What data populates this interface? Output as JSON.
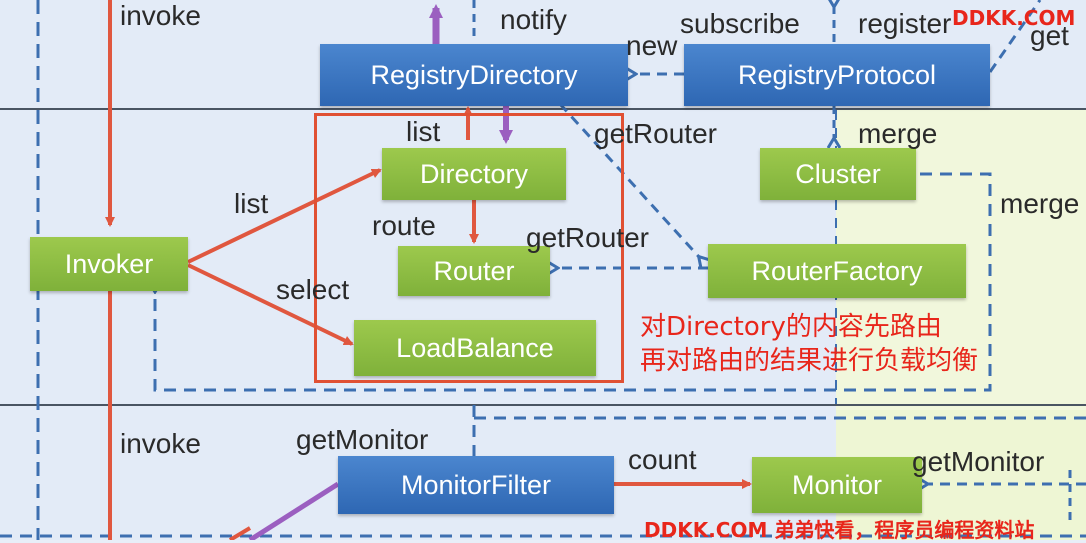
{
  "colors": {
    "green_node": "#8bbd41",
    "blue_node": "#3a74c1",
    "red_arrow": "#e0573f",
    "blue_dashed": "#3d6fb0",
    "purple_arrow": "#9b5fc0",
    "highlight": "#e05033",
    "annotation": "#e8261b"
  },
  "nodes": {
    "registry_directory": "RegistryDirectory",
    "registry_protocol": "RegistryProtocol",
    "directory": "Directory",
    "cluster": "Cluster",
    "invoker": "Invoker",
    "router": "Router",
    "router_factory": "RouterFactory",
    "load_balance": "LoadBalance",
    "monitor_filter": "MonitorFilter",
    "monitor": "Monitor"
  },
  "labels": {
    "invoke_top": "invoke",
    "notify": "notify",
    "subscribe": "subscribe",
    "new": "new",
    "register": "register",
    "get_cut": "get",
    "list_top": "list",
    "get_router_top": "getRouter",
    "merge_top": "merge",
    "list_left": "list",
    "route": "route",
    "get_router_mid": "getRouter",
    "merge_right": "merge",
    "select": "select",
    "invoke_bottom": "invoke",
    "get_monitor_left": "getMonitor",
    "count": "count",
    "get_monitor_right": "getMonitor"
  },
  "annotation": {
    "line1": "对Directory的内容先路由",
    "line2": "再对路由的结果进行负载均衡"
  },
  "watermark": {
    "top": "DDKK.COM",
    "bottom": "DDKK.COM 弟弟快看，程序员编程资料站"
  }
}
